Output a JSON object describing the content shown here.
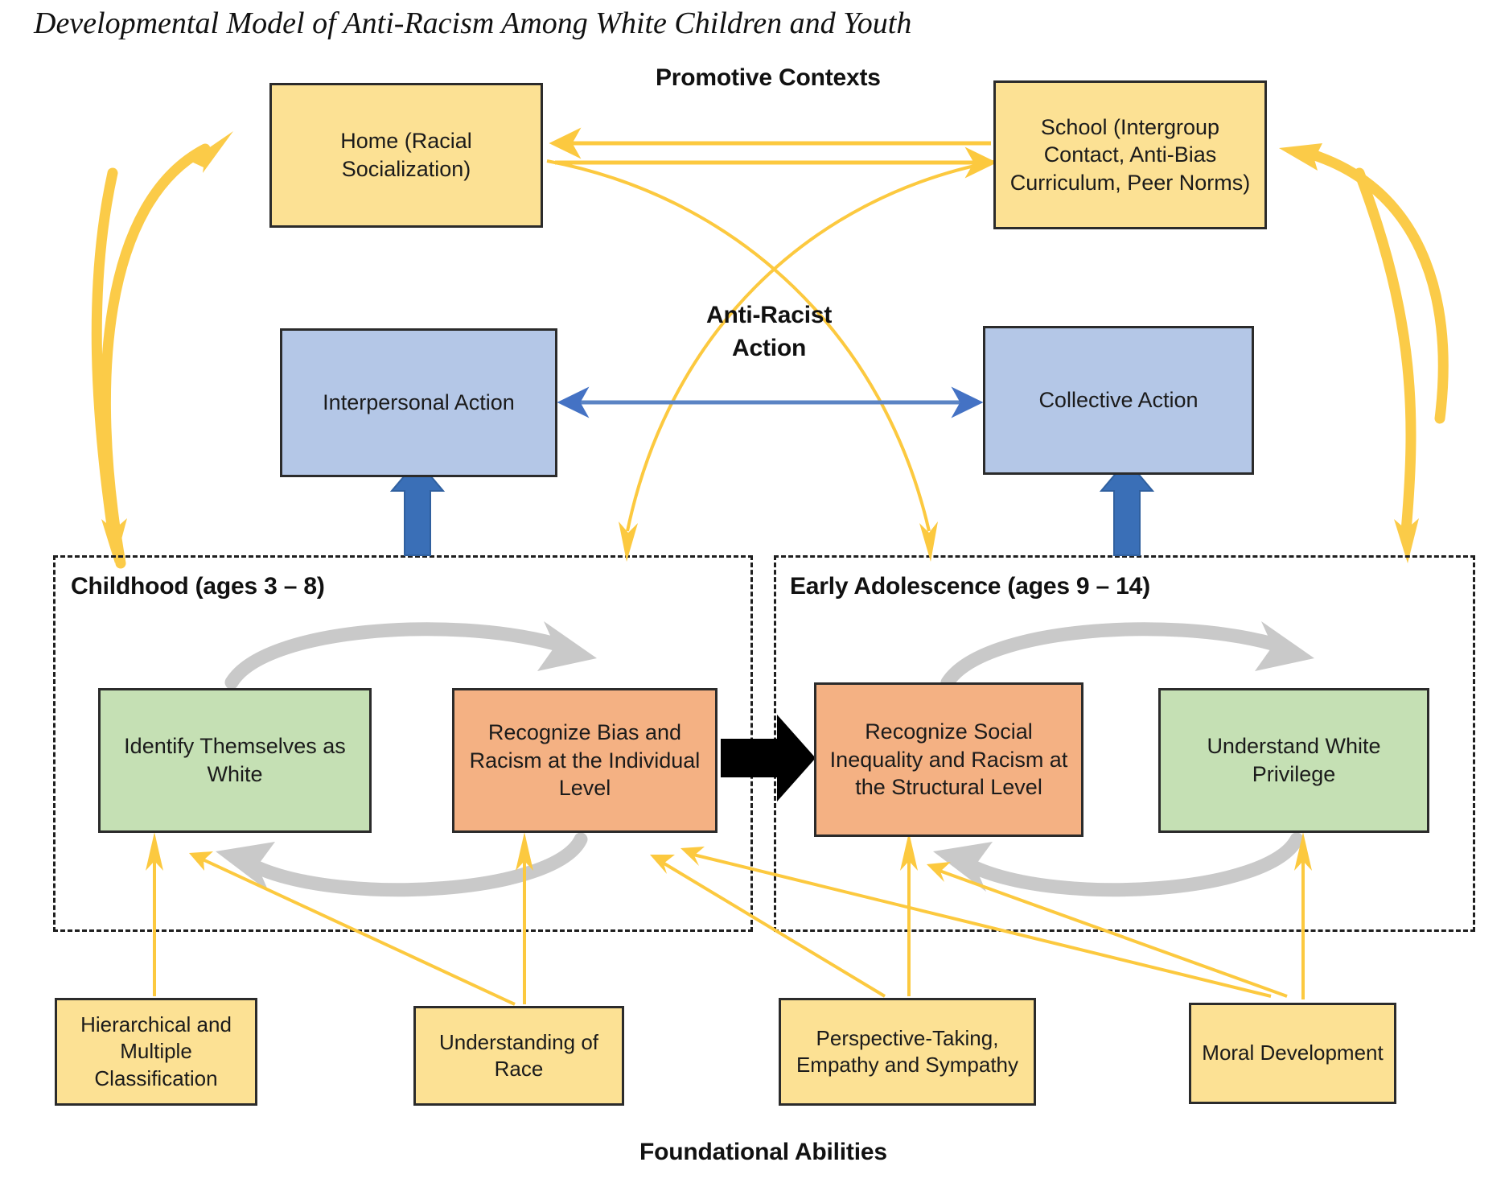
{
  "figure": {
    "title": "Developmental Model of Anti-Racism Among White Children and Youth"
  },
  "labels": {
    "promotive_contexts": "Promotive Contexts",
    "anti_racist_action": "Anti-Racist\nAction",
    "anti_racist_action_line1": "Anti-Racist",
    "anti_racist_action_line2": "Action",
    "foundational_abilities": "Foundational Abilities",
    "childhood": "Childhood (ages 3 – 8)",
    "early_adolescence": "Early Adolescence (ages 9 – 14)"
  },
  "promotive_contexts": {
    "home": "Home (Racial Socialization)",
    "school": "School (Intergroup Contact, Anti-Bias Curriculum, Peer Norms)"
  },
  "action": {
    "interpersonal": "Interpersonal Action",
    "collective": "Collective Action"
  },
  "childhood_stage": {
    "identify_white": "Identify Themselves as White",
    "recognize_individual": "Recognize Bias and Racism at the Individual Level"
  },
  "adolescence_stage": {
    "recognize_structural": "Recognize Social Inequality and Racism at the Structural Level",
    "understand_privilege": "Understand White Privilege"
  },
  "foundational_abilities": {
    "hierarchical": "Hierarchical and Multiple Classification",
    "understanding_race": "Understanding of Race",
    "perspective_taking": "Perspective-Taking, Empathy and Sympathy",
    "moral_development": "Moral Development"
  },
  "colors": {
    "yellow_fill": "#FCE194",
    "blue_fill": "#B4C7E7",
    "green_fill": "#C5E0B4",
    "orange_fill": "#F4B183",
    "yellow_arrow": "#FCC93F",
    "blue_arrow": "#3A6FB7",
    "gray_arrow": "#C9C9C9",
    "black_arrow": "#000000",
    "border": "#2B2B2B"
  }
}
